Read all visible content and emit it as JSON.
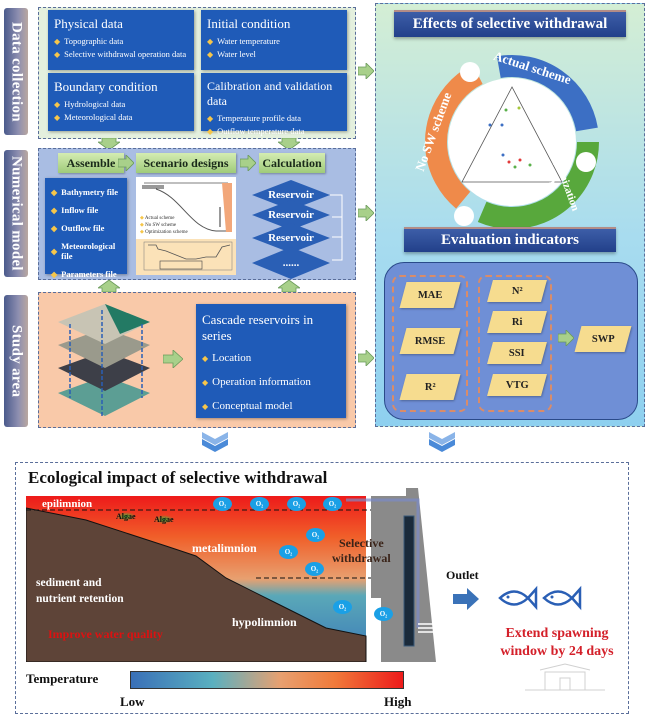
{
  "sections": {
    "data_collection": {
      "label": "Data collection",
      "boxes": [
        {
          "title": "Physical data",
          "items": [
            "Topographic data",
            "Selective withdrawal operation data"
          ]
        },
        {
          "title": "Initial condition",
          "items": [
            "Water temperature",
            "Water level"
          ]
        },
        {
          "title": "Boundary condition",
          "items": [
            "Hydrological data",
            "Meteorological data"
          ]
        },
        {
          "title": "Calibration and validation data",
          "items": [
            "Temperature profile data",
            "Outflow temperature data"
          ]
        }
      ]
    },
    "numerical_model": {
      "label": "Numerical model",
      "steps": [
        "Assemble",
        "Scenario designs",
        "Calculation"
      ],
      "files": [
        "Bathymetry file",
        "Inflow file",
        "Outflow file",
        "Meteorological file",
        "Parameters file"
      ],
      "schemes": [
        "Actual scheme",
        "No SW scheme",
        "Optimization scheme"
      ],
      "reservoirs": [
        "Reservoir",
        "Reservoir",
        "Reservoir",
        "......"
      ]
    },
    "study_area": {
      "label": "Study area",
      "box_title": "Cascade reservoirs in series",
      "items": [
        "Location",
        "Operation information",
        "Conceptual model"
      ]
    },
    "effects": {
      "title": "Effects of selective withdrawal",
      "ring_labels": [
        "Actual scheme",
        "Optimization scheme",
        "No SW scheme"
      ],
      "ring_colors": [
        "#3c6fc4",
        "#58a83c",
        "#ef8a4a"
      ]
    },
    "evaluation": {
      "title": "Evaluation indicators",
      "group1": [
        "MAE",
        "RMSE",
        "R²"
      ],
      "group2": [
        "N²",
        "Ri",
        "SSI",
        "VTG"
      ],
      "result": "SWP"
    },
    "ecological": {
      "title": "Ecological impact of selective withdrawal",
      "layers": [
        "epilimnion",
        "metalimnion",
        "hypolimnion"
      ],
      "algae": [
        "Algae",
        "Algae"
      ],
      "o2_label": "O₂",
      "sediment": [
        "sediment and",
        "nutrient retention"
      ],
      "water_quality": "Improve water quality",
      "selective": [
        "Selective",
        "withdrawal"
      ],
      "outlet": "Outlet",
      "spawning": [
        "Extend spawning",
        "window by 24 days"
      ],
      "legend_title": "Temperature",
      "legend_low": "Low",
      "legend_high": "High"
    }
  }
}
